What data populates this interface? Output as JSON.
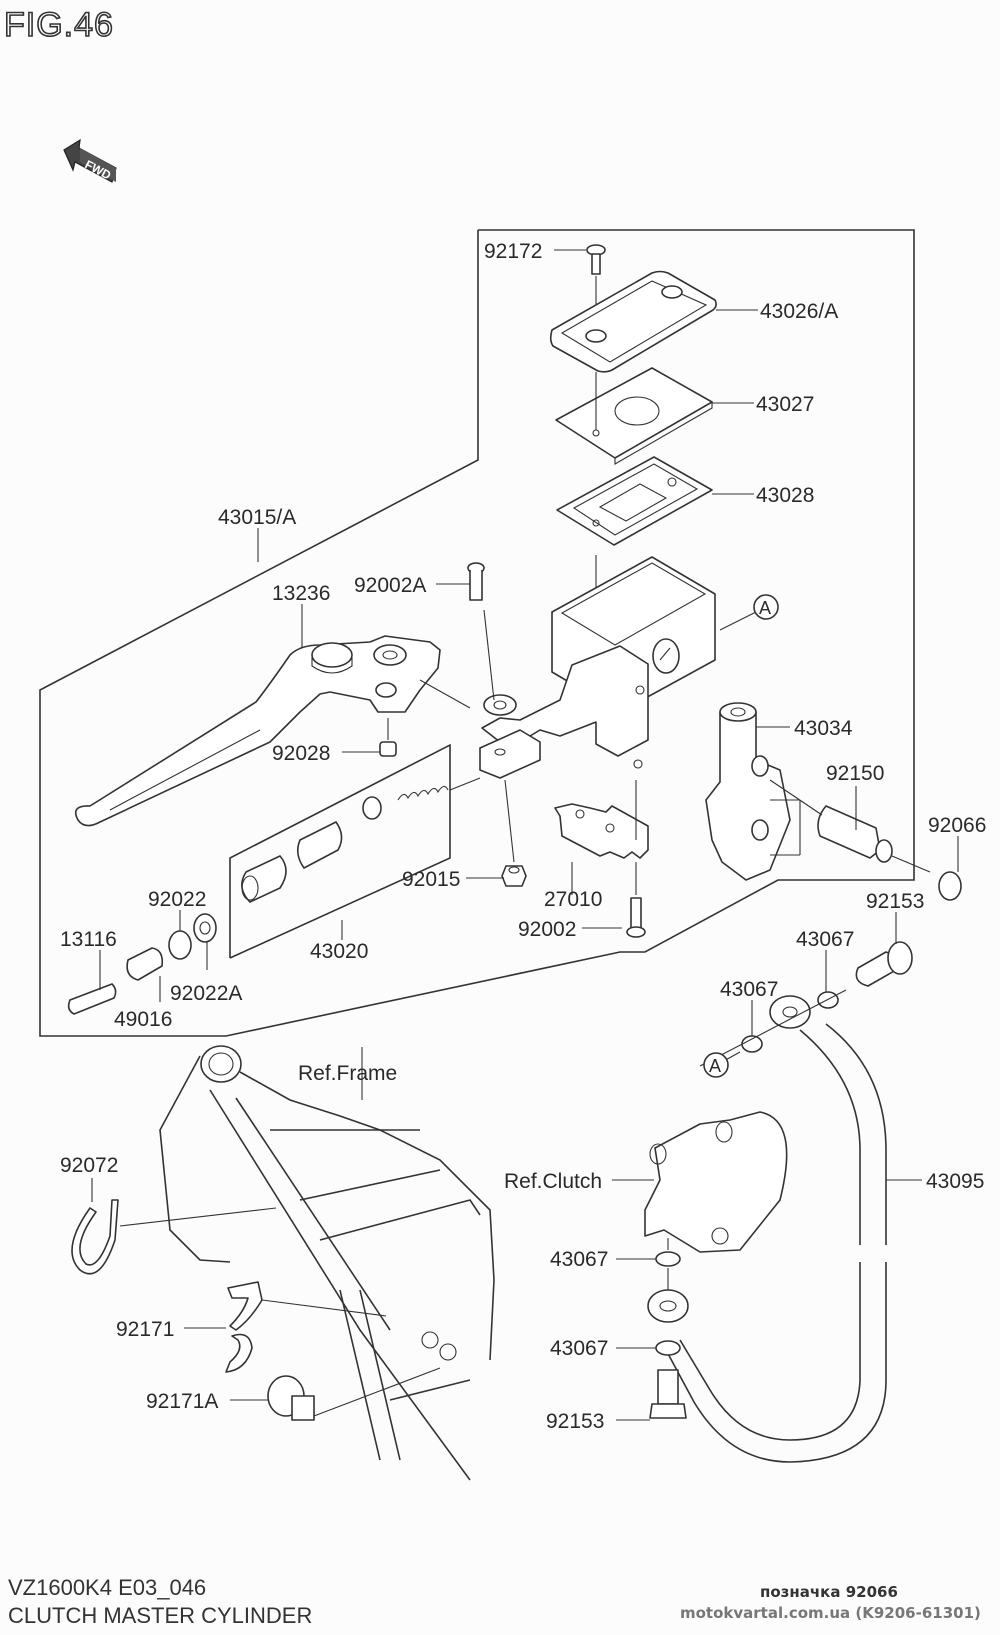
{
  "figure": {
    "title": "FIG.46",
    "direction_marker": "FWD"
  },
  "callouts": {
    "p92172": "92172",
    "p43026A": "43026/A",
    "p43027": "43027",
    "p43028": "43028",
    "p43015A": "43015/A",
    "p13236": "13236",
    "p92002A": "92002A",
    "ref_A_top": "A",
    "p43034": "43034",
    "p92028": "92028",
    "p92150": "92150",
    "p92066": "92066",
    "p92015": "92015",
    "p27010": "27010",
    "p92022": "92022",
    "p43020": "43020",
    "p92153_top": "92153",
    "p92002": "92002",
    "p13116": "13116",
    "p92022A": "92022A",
    "p43067_a": "43067",
    "p43067_b": "43067",
    "p49016": "49016",
    "ref_A_bottom": "A",
    "ref_frame": "Ref.Frame",
    "p92072": "92072",
    "ref_clutch": "Ref.Clutch",
    "p43095": "43095",
    "p43067_c": "43067",
    "p92171": "92171",
    "p43067_d": "43067",
    "p92171A": "92171A",
    "p92153_bottom": "92153"
  },
  "footer": {
    "model_code": "VZ1600K4 E03_046",
    "section_name": "CLUTCH MASTER CYLINDER"
  },
  "watermark": {
    "designation": "позначка 92066",
    "site": "motokvartal.com.ua (K9206-61301)"
  }
}
